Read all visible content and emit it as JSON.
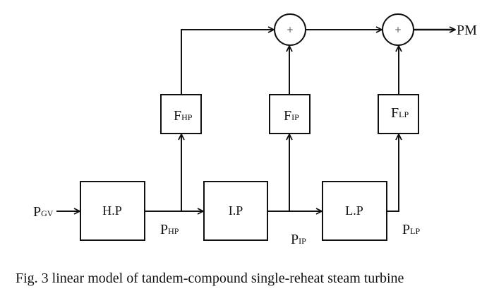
{
  "diagram": {
    "blocks": {
      "hp": "H.P",
      "ip": "I.P",
      "lp": "L.P"
    },
    "fractions": {
      "hp": {
        "main": "F",
        "sub": "HP"
      },
      "ip": {
        "main": "F",
        "sub": "IP"
      },
      "lp": {
        "main": "F",
        "sub": "LP"
      }
    },
    "signals": {
      "input": {
        "main": "P",
        "sub": "GV"
      },
      "hp_out": {
        "main": "P",
        "sub": "HP"
      },
      "ip_out": {
        "main": "P",
        "sub": "IP"
      },
      "lp_out": {
        "main": "P",
        "sub": "LP"
      },
      "output": "PM"
    },
    "summers": {
      "sum1_sign": "+",
      "sum2_sign": "+"
    }
  },
  "caption": "Fig. 3 linear model of tandem-compound single-reheat steam turbine"
}
